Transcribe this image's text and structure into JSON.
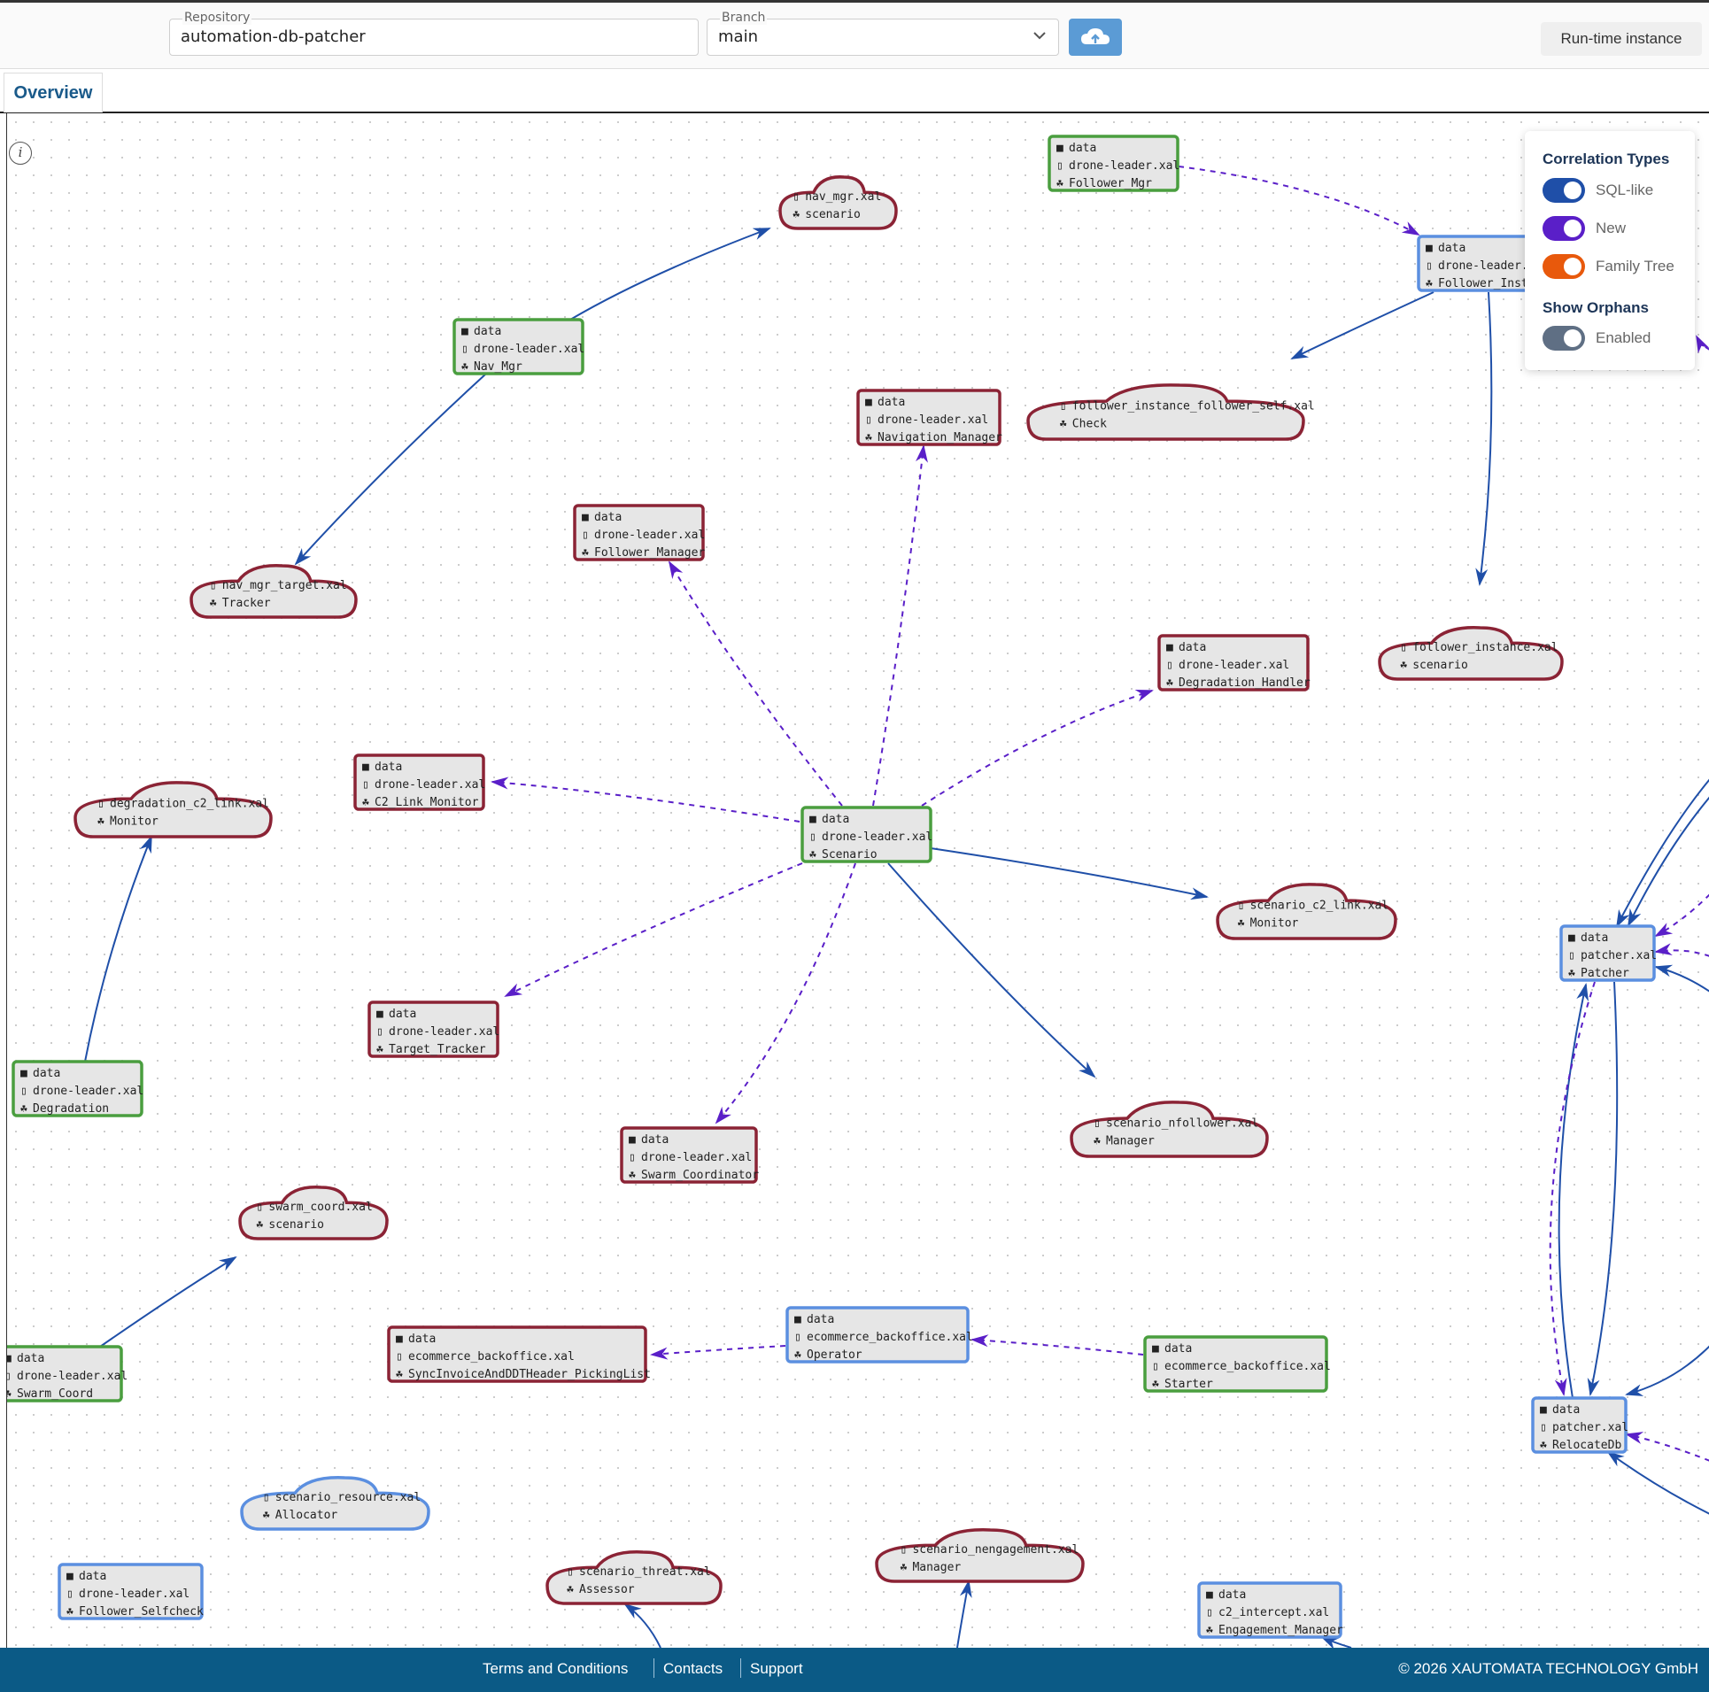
{
  "header": {
    "repository_label": "Repository",
    "repository_value": "automation-db-patcher",
    "branch_label": "Branch",
    "branch_value": "main",
    "run_button": "Run-time instance"
  },
  "tabs": [
    {
      "label": "Overview"
    }
  ],
  "panel": {
    "correlation_title": "Correlation Types",
    "toggles": [
      {
        "label": "SQL-like",
        "color": "#1f4fa8"
      },
      {
        "label": "New",
        "color": "#5a1fc8"
      },
      {
        "label": "Family Tree",
        "color": "#e8590c"
      }
    ],
    "orphans_title": "Show Orphans",
    "orphans_toggle": {
      "label": "Enabled",
      "color": "#5f6f84"
    }
  },
  "footer": {
    "links": [
      "Terms and Conditions",
      "Contacts",
      "Support"
    ],
    "copyright": "© 2026 XAUTOMATA TECHNOLOGY GmbH"
  },
  "colors": {
    "green": "#4a9e3f",
    "red": "#8b2335",
    "blue": "#5b8fe0",
    "solid_edge": "#1f4fa8",
    "dashed_edge": "#5a1fc8"
  },
  "graph": {
    "nodes": [
      {
        "id": "n_follower_mgr",
        "shape": "box",
        "color": "green",
        "lines": [
          "data",
          "drone-leader.xal",
          "Follower_Mgr"
        ]
      },
      {
        "id": "n_nav_mgr_scn",
        "shape": "cloud",
        "color": "red",
        "lines": [
          "nav_mgr.xal",
          "scenario"
        ]
      },
      {
        "id": "n_follower_inst",
        "shape": "box",
        "color": "blue",
        "lines": [
          "data",
          "drone-leader.",
          "Follower_Inst"
        ]
      },
      {
        "id": "n_nav_mgr",
        "shape": "box",
        "color": "green",
        "lines": [
          "data",
          "drone-leader.xal",
          "Nav_Mgr"
        ]
      },
      {
        "id": "n_navigation_manager",
        "shape": "box",
        "color": "red",
        "lines": [
          "data",
          "drone-leader.xal",
          "Navigation_Manager"
        ]
      },
      {
        "id": "n_follower_self_check",
        "shape": "cloud",
        "color": "red",
        "lines": [
          "follower_instance_follower_self.xal",
          "Check"
        ]
      },
      {
        "id": "n_follower_manager",
        "shape": "box",
        "color": "red",
        "lines": [
          "data",
          "drone-leader.xal",
          "Follower_Manager"
        ]
      },
      {
        "id": "n_nav_mgr_target",
        "shape": "cloud",
        "color": "red",
        "lines": [
          "nav_mgr_target.xal",
          "Tracker"
        ]
      },
      {
        "id": "n_follower_instance_scn",
        "shape": "cloud",
        "color": "red",
        "lines": [
          "follower_instance.xal",
          "scenario"
        ]
      },
      {
        "id": "n_degradation_handler",
        "shape": "box",
        "color": "red",
        "lines": [
          "data",
          "drone-leader.xal",
          "Degradation_Handler"
        ]
      },
      {
        "id": "n_c2_link_monitor",
        "shape": "box",
        "color": "red",
        "lines": [
          "data",
          "drone-leader.xal",
          "C2_Link_Monitor"
        ]
      },
      {
        "id": "n_degradation_c2",
        "shape": "cloud",
        "color": "red",
        "lines": [
          "degradation_c2_link.xal",
          "Monitor"
        ]
      },
      {
        "id": "n_scenario",
        "shape": "box",
        "color": "green",
        "lines": [
          "data",
          "drone-leader.xal",
          "Scenario"
        ]
      },
      {
        "id": "n_scenario_c2",
        "shape": "cloud",
        "color": "red",
        "lines": [
          "scenario_c2_link.xal",
          "Monitor"
        ]
      },
      {
        "id": "n_patcher",
        "shape": "box",
        "color": "blue",
        "lines": [
          "data",
          "patcher.xal",
          "Patcher"
        ]
      },
      {
        "id": "n_target_tracker",
        "shape": "box",
        "color": "red",
        "lines": [
          "data",
          "drone-leader.xal",
          "Target_Tracker"
        ]
      },
      {
        "id": "n_degradation",
        "shape": "box",
        "color": "green",
        "lines": [
          "data",
          "drone-leader.xal",
          "Degradation"
        ]
      },
      {
        "id": "n_scenario_nfollower",
        "shape": "cloud",
        "color": "red",
        "lines": [
          "scenario_nfollower.xal",
          "Manager"
        ]
      },
      {
        "id": "n_swarm_coordinator",
        "shape": "box",
        "color": "red",
        "lines": [
          "data",
          "drone-leader.xal",
          "Swarm_Coordinator"
        ]
      },
      {
        "id": "n_swarm_coord_scn",
        "shape": "cloud",
        "color": "red",
        "lines": [
          "swarm_coord.xal",
          "scenario"
        ]
      },
      {
        "id": "n_operator",
        "shape": "box",
        "color": "blue",
        "lines": [
          "data",
          "ecommerce_backoffice.xal",
          "Operator"
        ]
      },
      {
        "id": "n_sync_invoice",
        "shape": "box",
        "color": "red",
        "lines": [
          "data",
          "ecommerce_backoffice.xal",
          "SyncInvoiceAndDDTHeader_PickingList"
        ]
      },
      {
        "id": "n_starter",
        "shape": "box",
        "color": "green",
        "lines": [
          "data",
          "ecommerce_backoffice.xal",
          "Starter"
        ]
      },
      {
        "id": "n_swarm_coord",
        "shape": "box",
        "color": "green",
        "lines": [
          "data",
          "drone-leader.xal",
          "Swarm_Coord"
        ]
      },
      {
        "id": "n_relocate_db",
        "shape": "box",
        "color": "blue",
        "lines": [
          "data",
          "patcher.xal",
          "RelocateDb"
        ]
      },
      {
        "id": "n_scenario_resource",
        "shape": "cloud",
        "color": "blue",
        "lines": [
          "scenario_resource.xal",
          "Allocator"
        ]
      },
      {
        "id": "n_scenario_nengagement",
        "shape": "cloud",
        "color": "red",
        "lines": [
          "scenario_nengagement.xal",
          "Manager"
        ]
      },
      {
        "id": "n_follower_selfcheck",
        "shape": "box",
        "color": "blue",
        "lines": [
          "data",
          "drone-leader.xal",
          "Follower_Selfcheck"
        ]
      },
      {
        "id": "n_scenario_threat",
        "shape": "cloud",
        "color": "red",
        "lines": [
          "scenario_threat.xal",
          "Assessor"
        ]
      },
      {
        "id": "n_engagement_manager",
        "shape": "box",
        "color": "blue",
        "lines": [
          "data",
          "c2_intercept.xal",
          "Engagement_Manager"
        ]
      }
    ],
    "edges": [
      {
        "from": "n_nav_mgr",
        "to": "n_nav_mgr_scn",
        "style": "solid"
      },
      {
        "from": "n_nav_mgr",
        "to": "n_nav_mgr_target",
        "style": "solid"
      },
      {
        "from": "n_follower_mgr",
        "to": "n_follower_inst",
        "style": "dashed"
      },
      {
        "from": "n_follower_inst",
        "to": "n_follower_self_check",
        "style": "solid"
      },
      {
        "from": "n_follower_inst",
        "to": "n_follower_instance_scn",
        "style": "solid"
      },
      {
        "from": "n_scenario",
        "to": "n_navigation_manager",
        "style": "dashed"
      },
      {
        "from": "n_scenario",
        "to": "n_follower_manager",
        "style": "dashed"
      },
      {
        "from": "n_scenario",
        "to": "n_degradation_handler",
        "style": "dashed"
      },
      {
        "from": "n_scenario",
        "to": "n_c2_link_monitor",
        "style": "dashed"
      },
      {
        "from": "n_scenario",
        "to": "n_target_tracker",
        "style": "dashed"
      },
      {
        "from": "n_scenario",
        "to": "n_swarm_coordinator",
        "style": "dashed"
      },
      {
        "from": "n_scenario",
        "to": "n_scenario_c2",
        "style": "solid"
      },
      {
        "from": "n_scenario",
        "to": "n_scenario_nfollower",
        "style": "solid"
      },
      {
        "from": "n_degradation",
        "to": "n_degradation_c2",
        "style": "solid"
      },
      {
        "from": "n_swarm_coord",
        "to": "n_swarm_coord_scn",
        "style": "solid"
      },
      {
        "from": "n_operator",
        "to": "n_sync_invoice",
        "style": "dashed"
      },
      {
        "from": "n_starter",
        "to": "n_operator",
        "style": "dashed"
      },
      {
        "from": "n_patcher",
        "to": "n_relocate_db",
        "style": "solid"
      },
      {
        "from": "n_relocate_db",
        "to": "n_patcher",
        "style": "solid"
      },
      {
        "from": "n_patcher",
        "to": "n_relocate_db",
        "style": "dashed"
      }
    ]
  }
}
